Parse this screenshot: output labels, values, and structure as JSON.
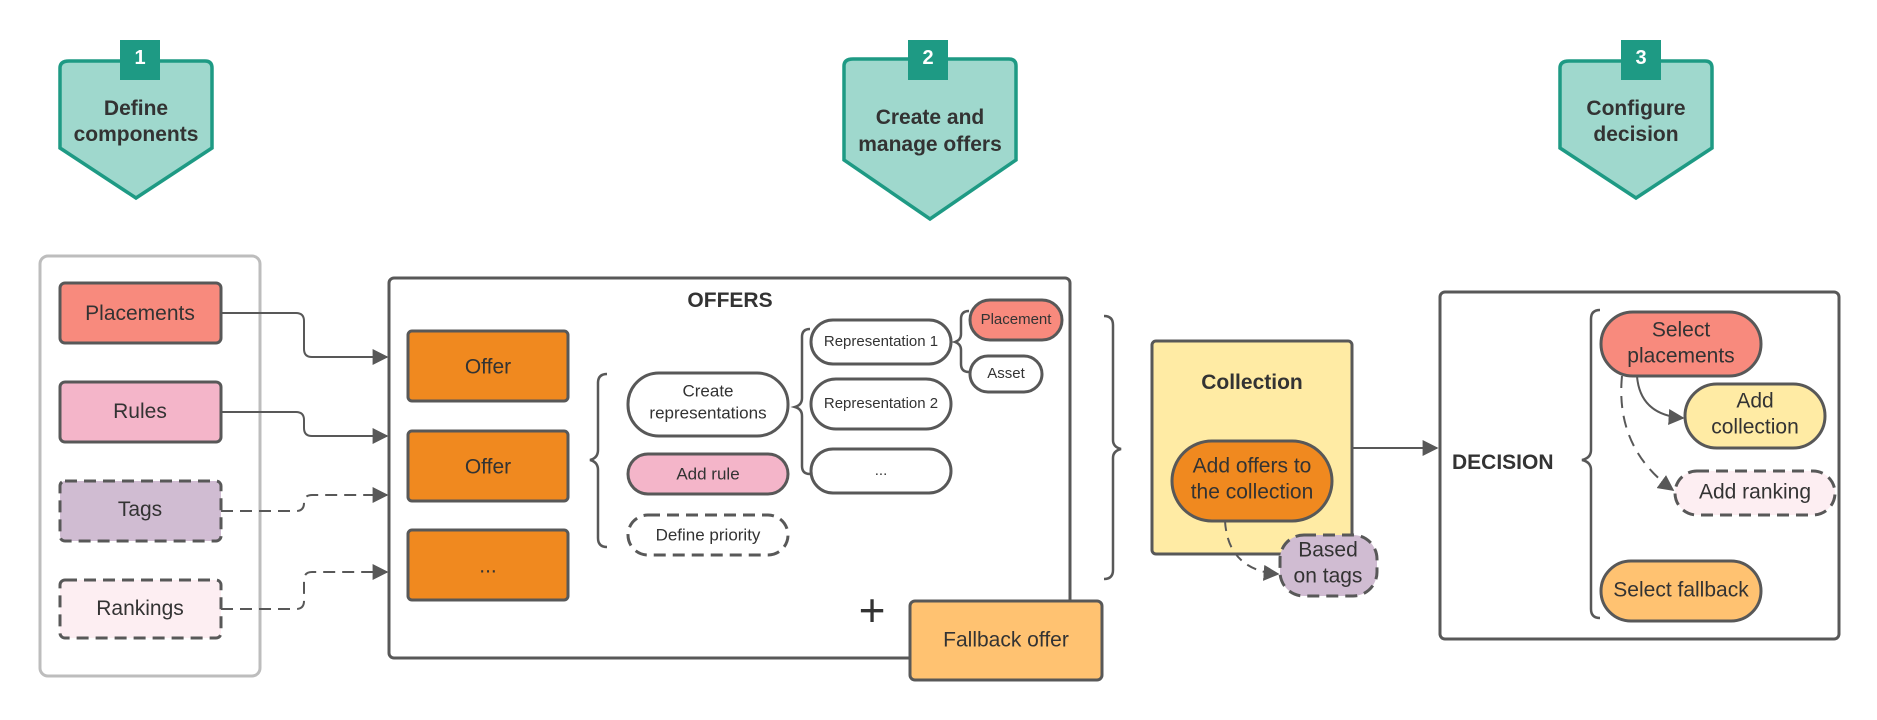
{
  "steps": [
    {
      "number": "1",
      "label": [
        "Define",
        "components"
      ]
    },
    {
      "number": "2",
      "label": [
        "Create and",
        "manage offers"
      ]
    },
    {
      "number": "3",
      "label": [
        "Configure",
        "decision"
      ]
    }
  ],
  "components": {
    "placements": "Placements",
    "rules": "Rules",
    "tags": "Tags",
    "rankings": "Rankings"
  },
  "offers": {
    "title": "OFFERS",
    "offer_1": "Offer",
    "offer_2": "Offer",
    "offer_more": "...",
    "create_representations": [
      "Create",
      "representations"
    ],
    "add_rule": "Add rule",
    "define_priority": "Define priority",
    "representation_1": "Representation 1",
    "representation_2": "Representation 2",
    "representation_more": "...",
    "placement": "Placement",
    "asset": "Asset",
    "plus": "+",
    "fallback_offer": "Fallback offer"
  },
  "collection": {
    "title": "Collection",
    "add_offers": [
      "Add offers to",
      "the collection"
    ],
    "based_on_tags": [
      "Based",
      "on tags"
    ]
  },
  "decision": {
    "title": "DECISION",
    "select_placements": [
      "Select",
      "placements"
    ],
    "add_collection": [
      "Add",
      "collection"
    ],
    "add_ranking": "Add ranking",
    "select_fallback": "Select fallback"
  },
  "colors": {
    "teal_fill": "#9fd8cd",
    "teal_stroke": "#1e9a84",
    "teal_badge": "#1e9a84",
    "salmon": "#f88a7d",
    "pink": "#f4b5c9",
    "lilac": "#d0bcd2",
    "blush": "#fdeef2",
    "orange": "#f0891f",
    "light_orange": "#ffc271",
    "yellow": "#ffeba4",
    "outline": "#585858"
  }
}
